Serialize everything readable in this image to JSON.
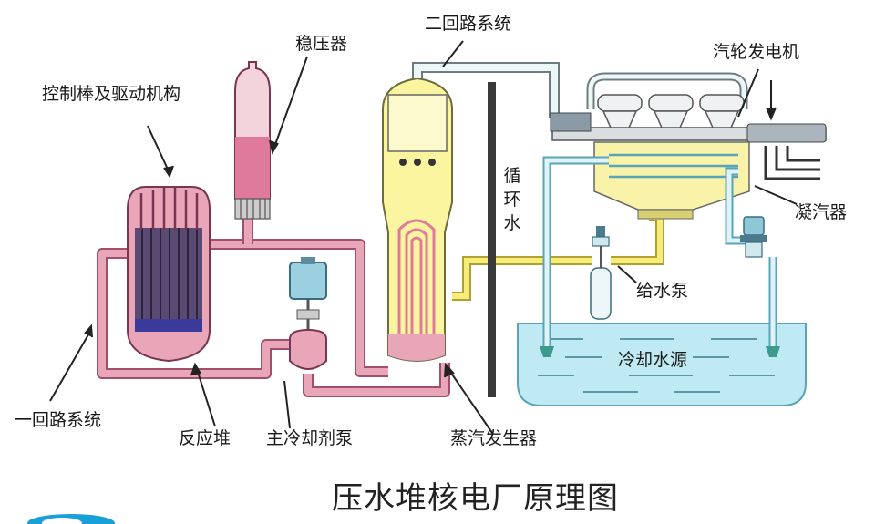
{
  "labels": {
    "control_rods": "控制棒及驱动机构",
    "pressurizer": "稳压器",
    "secondary_loop": "二回路系统",
    "turbine_generator": "汽轮发电机",
    "circulating_water": [
      "循",
      "环",
      "水"
    ],
    "condenser": "凝汽器",
    "feed_pump": "给水泵",
    "cooling_source": "冷却水源",
    "primary_loop": "一回路系统",
    "reactor": "反应堆",
    "main_pump": "主冷却剂泵",
    "steam_generator": "蒸汽发生器"
  },
  "title": "压水堆核电厂原理图",
  "colors": {
    "primary_pipe": "#e8a6b8",
    "primary_pipe_edge": "#a0506a",
    "steam_pipe": "#eef7f8",
    "steam_edge": "#6c7c80",
    "feedwater": "#f5ec7a",
    "cooling_water": "#bfe9f3",
    "wall": "#3a3a3a"
  }
}
